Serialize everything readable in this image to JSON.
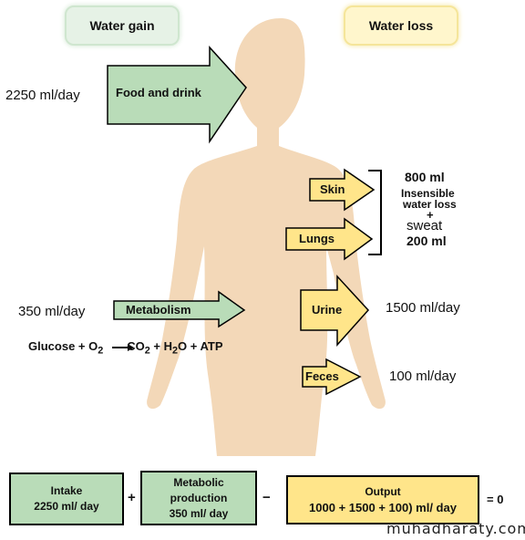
{
  "headers": {
    "gain": "Water gain",
    "loss": "Water loss"
  },
  "gain": {
    "food": {
      "amount": "2250 ml/day",
      "label": "Food and drink"
    },
    "metabolism": {
      "amount": "350 ml/day",
      "label": "Metabolism",
      "equation": {
        "glucose": "Glucose + O",
        "o_sub": "2",
        "co": "CO",
        "co_sub": "2",
        "h2o_plus": " + H",
        "h_sub": "2",
        "tail": "O + ATP"
      }
    }
  },
  "loss": {
    "skin": "Skin",
    "lungs": "Lungs",
    "urine": {
      "label": "Urine",
      "amount": "1500 ml/day"
    },
    "feces": {
      "label": "Feces",
      "amount": "100 ml/day"
    },
    "insensible": {
      "skin_amount": "800 ml",
      "line1": "Insensible",
      "line2": "water loss",
      "plus": "+",
      "sweat": "sweat",
      "lungs_amount": "200 ml"
    }
  },
  "summary": {
    "intake": {
      "line1": "Intake",
      "line2": "2250 ml/ day"
    },
    "plus": "+",
    "metabolic": {
      "line1": "Metabolic",
      "line2": "production",
      "line3": "350 ml/ day"
    },
    "minus": "−",
    "output": {
      "line1": "Output",
      "line2": "1000 + 1500 + 100) ml/ day"
    },
    "result": "= 0"
  },
  "watermark": "muhadharaty.com",
  "colors": {
    "gain_fill": "#b9dcb8",
    "loss_fill": "#ffe58a",
    "body": "#f3d8b8"
  }
}
